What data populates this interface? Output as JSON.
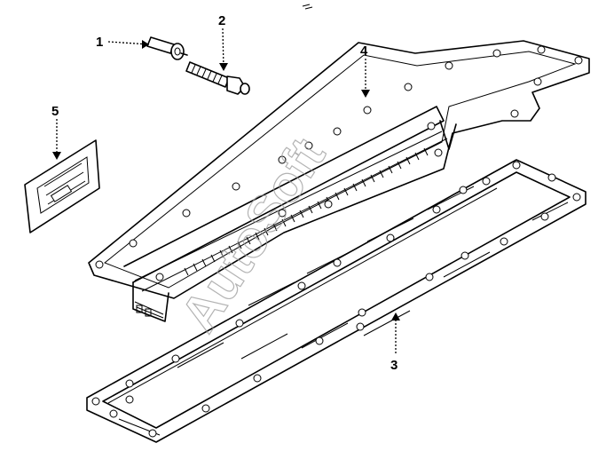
{
  "diagram": {
    "callouts": [
      {
        "id": "1",
        "label": "1"
      },
      {
        "id": "2",
        "label": "2"
      },
      {
        "id": "3",
        "label": "3"
      },
      {
        "id": "4",
        "label": "4"
      },
      {
        "id": "5",
        "label": "5"
      }
    ],
    "watermark": "AutoSoft"
  }
}
